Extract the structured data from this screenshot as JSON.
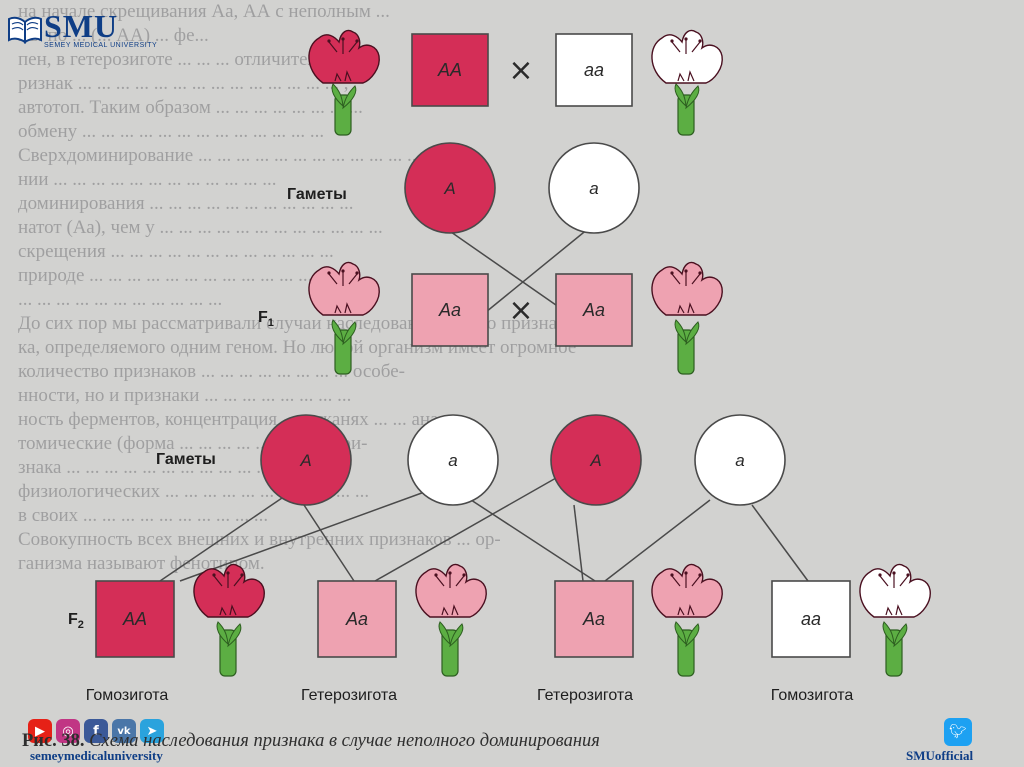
{
  "logo": {
    "brand": "SMU",
    "subtitle": "SEMEY MEDICAL UNIVERSITY"
  },
  "background_text": [
    "на начале скрещивания Aa, АА с неполным ...",
    "мы по ... (... АА) ... фе...",
    "пен, в гетерозиготе ... ... ... отличительные",
    "ризнак ... ... ... ... ... ... ... ... ... ... ... ... ... ... ,",
    "автотоп. Таким образом ... ... ... ... ... ... ... ...",
    "обмену ... ... ... ... ... ... ... ... ... ... ... ... ...",
    "Сверхдоминирование ... ... ... ... ... ... ... ... ... ... ... ... ...",
    "нии ... ... ... ... ... ... ... ... ... ... ... ...",
    "доминирования ... ... ... ... ... ... ... ... ... ... ...",
    "натот (Аа), чем у ... ... ... ... ... ... ... ... ... ... ... ...",
    "скрещения ... ... ... ... ... ... ... ... ... ... ... ...",
    "природе ... ... ... ... ... ... ... ... ... ... ... ... ...",
    "",
    "... ... ... ... ... ... ... ... ... ... ...",
    "До сих пор мы рассматривали случаи наследования одного призна-",
    "ка, определяемого одним геном. Но любой организм имеет огромное",
    "количество признаков ... ... ... ... ... ... ... ... особе-",
    "нности, но и признаки ... ... ... ... ... ... ... ...",
    "ность ферментов, концентрация ... в тканях ... ... ана-",
    "томические (форма ... ... ... ... ... ... ... ... при-",
    "знака ... ... ... ... ... ... ... ... ... ... ... ... ...",
    "физиологических ... ... ... ... ... ... ... ... ... ... ...",
    "в своих ... ... ... ... ... ... ... ... ... ...",
    "",
    "Совокупность всех внешних и внутренних признаков ... ор-",
    "ганизма называют фенотипом."
  ],
  "diagram": {
    "parents": {
      "left": "АА",
      "right": "аа",
      "cross": "×"
    },
    "gametes_label": "Гаметы",
    "gametes_top": [
      "А",
      "а"
    ],
    "f1_label": "F",
    "f1_sub": "1",
    "f1": {
      "left": "Аа",
      "right": "Аа",
      "cross": "×"
    },
    "gametes_bottom": [
      "А",
      "а",
      "А",
      "а"
    ],
    "f2_label": "F",
    "f2_sub": "2",
    "f2": [
      "АА",
      "Аа",
      "Аа",
      "аа"
    ],
    "f2_captions": [
      "Гомозигота",
      "Гетерозигота",
      "Гетерозигота",
      "Гомозигота"
    ]
  },
  "caption": {
    "num": "Рис. 38.",
    "text": "Схема наследования признака в случае неполного доминирования"
  },
  "social": {
    "icons": [
      "youtube-icon",
      "instagram-icon",
      "facebook-icon",
      "vk-icon",
      "telegram-icon"
    ],
    "handle_left": "semeymedicaluniversity",
    "handle_right": "SMUofficial"
  },
  "colors": {
    "red": "#d42e57",
    "pink": "#eea2b1",
    "white": "#ffffff",
    "stem": "#5cae43",
    "brand": "#0f3e86"
  }
}
